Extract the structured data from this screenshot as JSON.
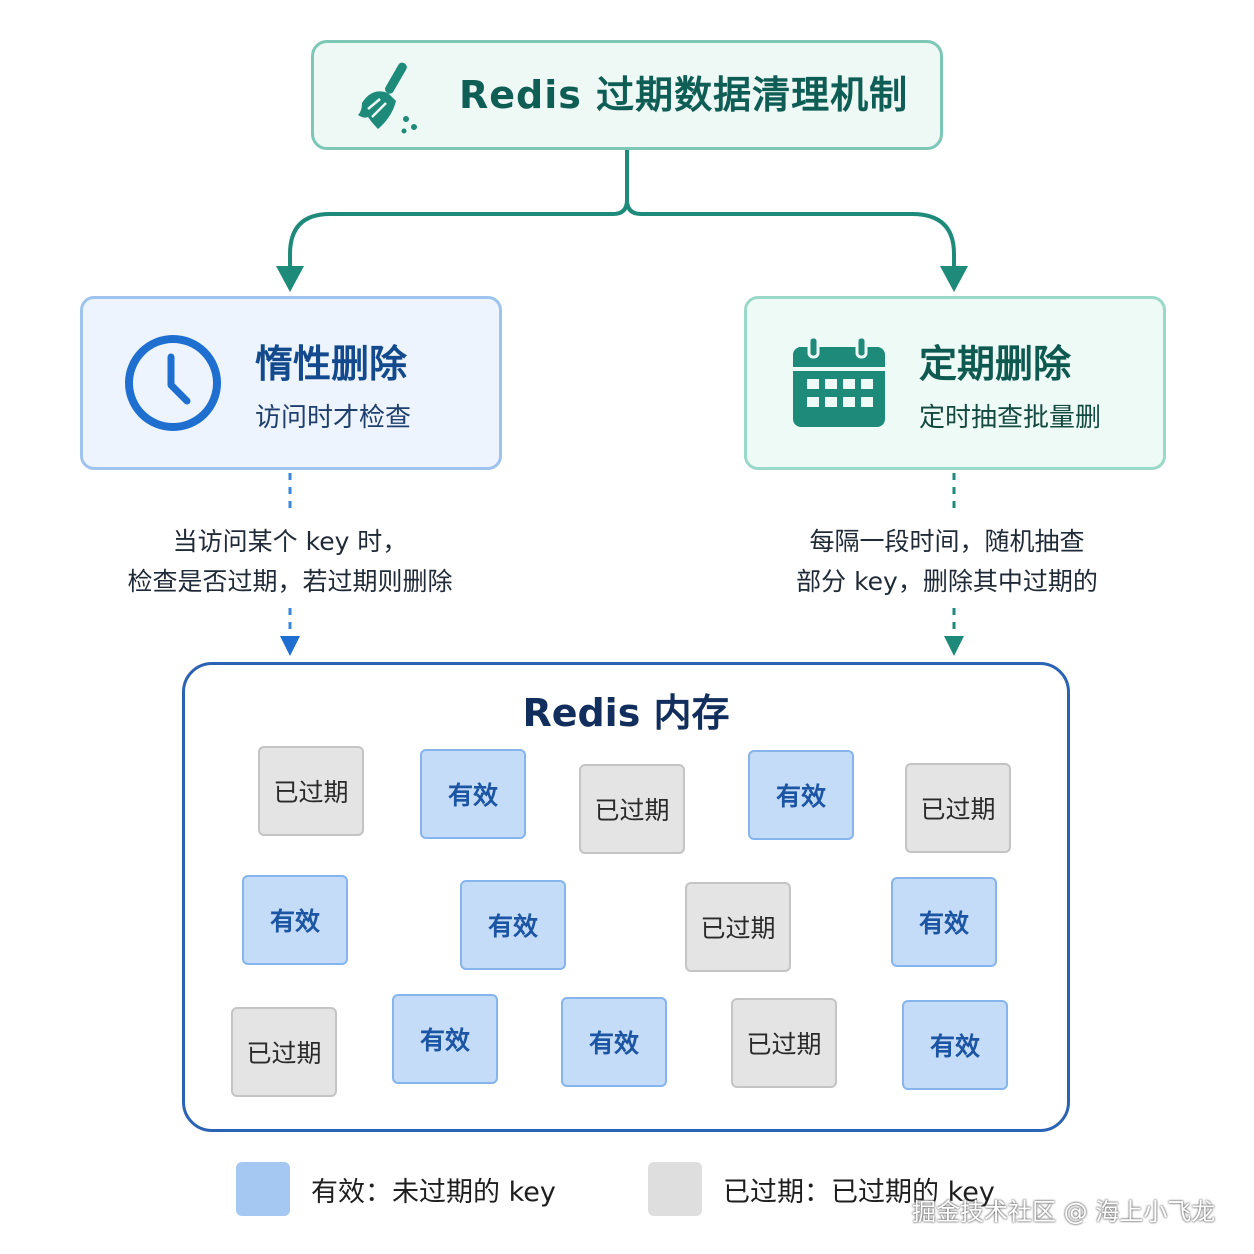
{
  "title": {
    "text": "Redis 过期数据清理机制",
    "icon": "broom-icon"
  },
  "strategies": {
    "lazy": {
      "title": "惰性删除",
      "subtitle": "访问时才检查",
      "icon": "clock-icon",
      "desc_line1": "当访问某个 key 时，",
      "desc_line2": "检查是否过期，若过期则删除"
    },
    "periodic": {
      "title": "定期删除",
      "subtitle": "定时抽查批量删",
      "icon": "calendar-icon",
      "desc_line1": "每隔一段时间，随机抽查",
      "desc_line2": "部分 key，删除其中过期的"
    }
  },
  "memory": {
    "title": "Redis 内存",
    "keys": [
      {
        "label": "已过期",
        "status": "expired"
      },
      {
        "label": "有效",
        "status": "valid"
      },
      {
        "label": "已过期",
        "status": "expired"
      },
      {
        "label": "有效",
        "status": "valid"
      },
      {
        "label": "已过期",
        "status": "expired"
      },
      {
        "label": "有效",
        "status": "valid"
      },
      {
        "label": "有效",
        "status": "valid"
      },
      {
        "label": "已过期",
        "status": "expired"
      },
      {
        "label": "有效",
        "status": "valid"
      },
      {
        "label": "已过期",
        "status": "expired"
      },
      {
        "label": "有效",
        "status": "valid"
      },
      {
        "label": "有效",
        "status": "valid"
      },
      {
        "label": "已过期",
        "status": "expired"
      },
      {
        "label": "有效",
        "status": "valid"
      }
    ]
  },
  "legend": {
    "valid": "有效：未过期的 key",
    "expired": "已过期：已过期的 key"
  },
  "watermark": "掘金技术社区 @ 海上小飞龙",
  "colors": {
    "teal": "#1d8a7a",
    "blue": "#1e6fd0",
    "valid_fill": "#c5dcf8",
    "expired_fill": "#e4e4e4"
  }
}
